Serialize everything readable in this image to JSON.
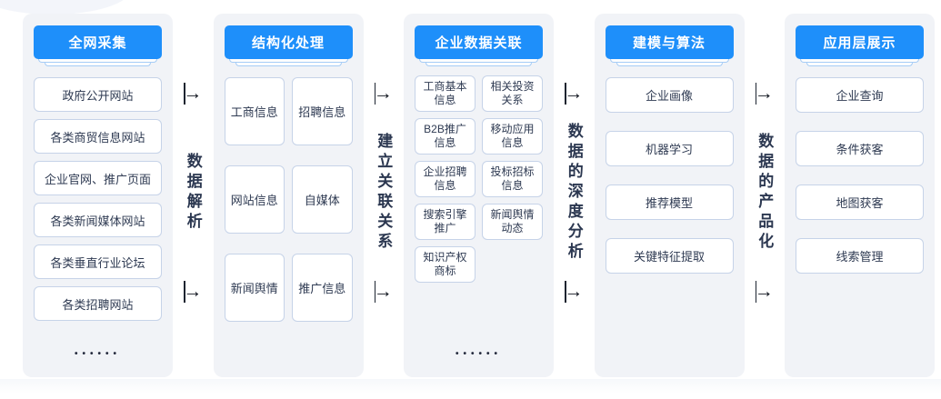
{
  "columns": [
    {
      "header": "全网采集",
      "items": [
        "政府公开网站",
        "各类商贸信息网站",
        "企业官网、推广页面",
        "各类新闻媒体网站",
        "各类垂直行业论坛",
        "各类招聘网站"
      ],
      "ellipsis": "••••••"
    },
    {
      "header": "结构化处理",
      "items": [
        "工商信息",
        "招聘信息",
        "网站信息",
        "自媒体",
        "新闻舆情",
        "推广信息"
      ]
    },
    {
      "header": "企业数据关联",
      "items": [
        "工商基本信息",
        "相关投资关系",
        "B2B推广信息",
        "移动应用信息",
        "企业招聘信息",
        "投标招标信息",
        "搜索引擎推广",
        "新闻舆情动态",
        "知识产权商标"
      ],
      "ellipsis": "••••••"
    },
    {
      "header": "建模与算法",
      "items": [
        "企业画像",
        "机器学习",
        "推荐模型",
        "关键特征提取"
      ]
    },
    {
      "header": "应用层展示",
      "items": [
        "企业查询",
        "条件获客",
        "地图获客",
        "线索管理"
      ]
    }
  ],
  "connectors": [
    {
      "label": "数据解析"
    },
    {
      "label": "建立关联关系"
    },
    {
      "label": "数据的深度分析"
    },
    {
      "label": "数据的产品化"
    }
  ],
  "icons": {
    "arrow_right": "→"
  },
  "colors": {
    "accent_blue": "#1e8ffa",
    "panel_background": "#f1f3f7",
    "box_border": "#c6d3e8",
    "text_dark": "#2e3a52"
  }
}
